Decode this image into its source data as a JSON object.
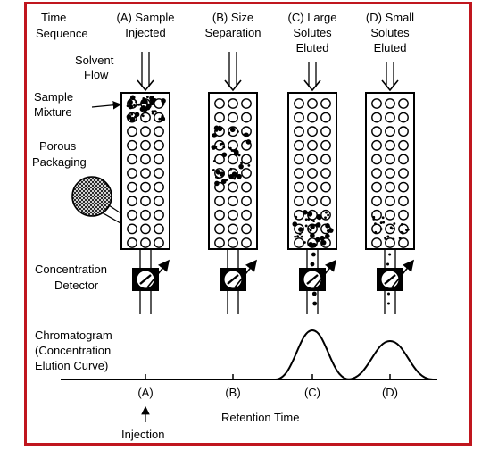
{
  "colors": {
    "frame": "#c0161e",
    "ink": "#000000",
    "background": "#ffffff"
  },
  "labels": {
    "time_sequence": [
      "Time",
      "Sequence"
    ],
    "solvent_flow": [
      "Solvent",
      "Flow"
    ],
    "sample_mixture": [
      "Sample",
      "Mixture"
    ],
    "porous_packaging": [
      "Porous",
      "Packaging"
    ],
    "concentration_detector": [
      "Concentration",
      "Detector"
    ],
    "chromatogram": [
      "Chromatogram",
      "(Concentration",
      "Elution Curve)"
    ],
    "retention_time": "Retention Time",
    "injection": "Injection"
  },
  "stages": [
    {
      "id": "A",
      "title": [
        "(A) Sample",
        "Injected"
      ],
      "axis_label": "(A)",
      "peak": false
    },
    {
      "id": "B",
      "title": [
        "(B) Size",
        "Separation"
      ],
      "axis_label": "(B)",
      "peak": false
    },
    {
      "id": "C",
      "title": [
        "(C) Large",
        "Solutes",
        "Eluted"
      ],
      "axis_label": "(C)",
      "peak": true
    },
    {
      "id": "D",
      "title": [
        "(D) Small",
        "Solutes",
        "Eluted"
      ],
      "axis_label": "(D)",
      "peak": true
    }
  ]
}
